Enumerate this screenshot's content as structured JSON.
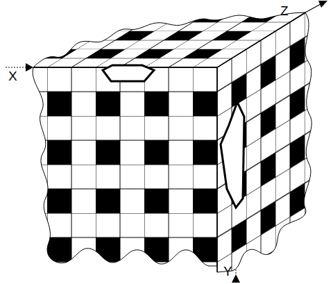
{
  "diagram": {
    "labels": [
      "X",
      "Z",
      "Y"
    ]
  }
}
